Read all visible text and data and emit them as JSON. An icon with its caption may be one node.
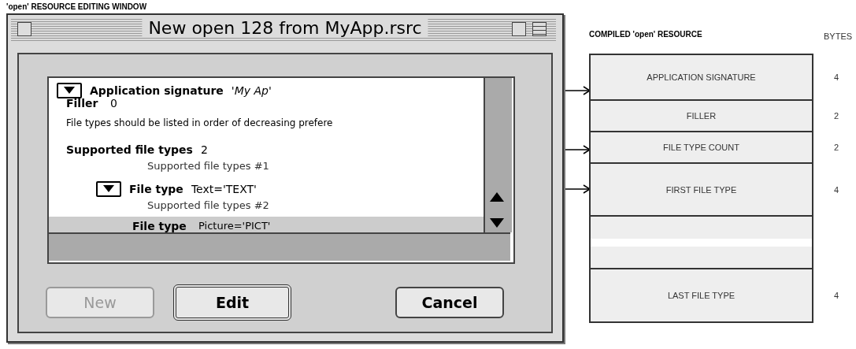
{
  "diagram": {
    "nodes": [
      {
        "text": [
          "New open 128 from MyApp.rsrc"
        ]
      },
      {
        "text": [
          "Application signature",
          "'My Ap'"
        ],
        "in": 0
      },
      {
        "text": [
          "Supported file types",
          "2"
        ],
        "in": 0
      },
      {
        "text": [
          "File type",
          "Text='TEXT'"
        ],
        "in": 0
      },
      {
        "text": [
          "COMPILED 'open' RESOURCE"
        ]
      },
      {
        "text": [
          "APPLICATION SIGNATURE"
        ],
        "in": 4,
        "beside": [
          "4"
        ]
      },
      {
        "text": [
          "FILLER"
        ],
        "in": 4,
        "beside": [
          "2"
        ]
      },
      {
        "text": [
          "FILE TYPE COUNT"
        ],
        "in": 4,
        "beside": [
          "2"
        ]
      },
      {
        "text": [
          "FIRST FILE TYPE"
        ],
        "in": 4,
        "beside": [
          "4"
        ]
      },
      {
        "text": [],
        "shape": "box",
        "in": 4
      },
      {
        "text": [
          "LAST FILE TYPE"
        ],
        "in": 4,
        "beside": [
          "4"
        ]
      }
    ],
    "edges": [
      {
        "from": 1,
        "to": 5,
        "arrow": "to"
      },
      {
        "from": 2,
        "to": 7,
        "arrow": "to"
      },
      {
        "from": 3,
        "to": 8,
        "arrow": "to"
      }
    ],
    "labels": [
      "'open' RESOURCE EDITING WINDOW",
      "Filler",
      "0",
      "File types should be listed in order of decreasing prefere",
      "Supported file types #1",
      "Supported file types #2",
      "File type",
      "Picture='PICT'",
      "New",
      "Edit",
      "Cancel",
      "BYTES"
    ]
  }
}
